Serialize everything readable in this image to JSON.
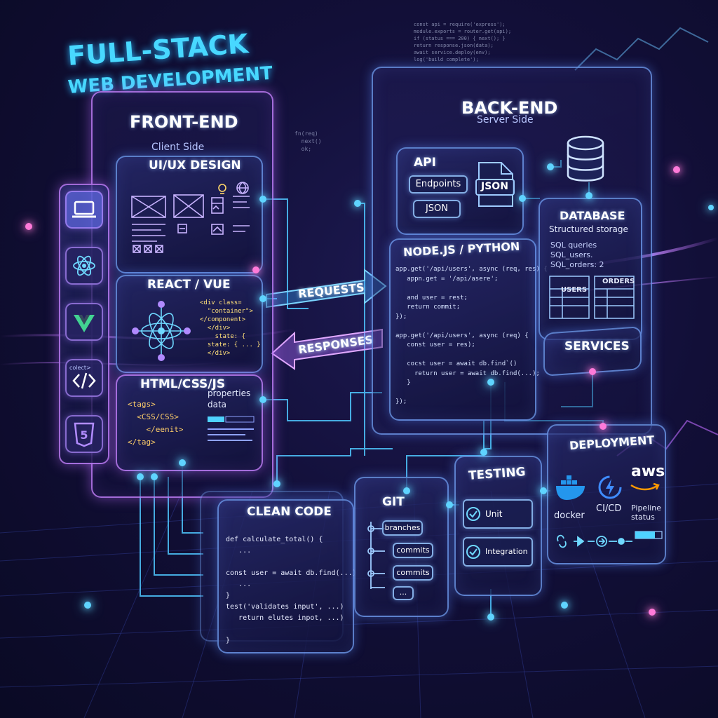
{
  "title": {
    "line1": "FULL-STACK",
    "line2": "WEB DEVELOPMENT"
  },
  "frontend": {
    "title": "FRONT-END",
    "subtitle": "Client Side",
    "uiux": {
      "title": "UI/UX DESIGN"
    },
    "react": {
      "title": "REACT / VUE",
      "code": "<div class=\n  \"container\">\n</component>\n  </div>\n    state: {\n  state: { ... }\n  </div>"
    },
    "html": {
      "title": "HTML/CSS/JS",
      "code": "<tags>\n  <CSS/CSS>\n    </eenit>\n</tag>",
      "props": [
        "properties",
        "data"
      ]
    }
  },
  "sidebar": {
    "icons": [
      "laptop-icon",
      "react-atom-icon",
      "vue-logo-icon",
      "code-brackets-icon",
      "html5-logo-icon"
    ],
    "code_tag": "colect>"
  },
  "arrows": {
    "requests": "REQUESTS",
    "responses": "RESPONSES"
  },
  "backend": {
    "title": "BACK-END",
    "subtitle": "Server Side",
    "api": {
      "title": "API",
      "endpoints": "Endpoints",
      "json1": "JSON",
      "json2": "JSON"
    },
    "node": {
      "title": "NODE.JS / PYTHON",
      "code": "app.get('/api/users', async (req, res) {\n   appn.get = '/api/asere';\n\n   and user = rest;\n   return commit;\n});\n\napp.get('/api/users', async (req) {\n   const user = res);\n\n   cocst user = await db.find`()\n     return user = await db.find(...);\n   }\n\n});"
    },
    "database": {
      "title": "DATABASE",
      "subtitle": "Structured storage",
      "lines": [
        "SQL queries",
        "SQL_users.",
        "SQL_orders: 2"
      ],
      "tables": [
        "USERS",
        "ORDERS"
      ]
    },
    "services": {
      "title": "SERVICES"
    }
  },
  "clean_code": {
    "title": "CLEAN CODE",
    "code": "def calculate_total() {\n   ...\n\nconst user = await db.find(...)\n   ...\n}\ntest('validates input', ...)\n   return elutes inpot, ...)\n\n}"
  },
  "git": {
    "title": "GIT",
    "items": [
      "branches",
      "commits",
      "commits",
      "..."
    ]
  },
  "testing": {
    "title": "TESTING",
    "items": [
      "Unit",
      "Integration"
    ]
  },
  "deployment": {
    "title": "DEPLOYMENT",
    "docker": "docker",
    "cicd": "CI/CD",
    "aws": "aws",
    "pipeline": "Pipeline\nstatus"
  },
  "colors": {
    "cyan": "#48d8ff",
    "violet": "#c88aff",
    "pink": "#ff7ad9",
    "bg": "#120f38"
  },
  "deco_code": {
    "top": "const api = require('express');\nmodule.exports = router.get(api);\nif (status === 200) { next(); }\nreturn response.json(data);\nawait service.deploy(env);\nlog('build complete');",
    "left": "fn(req)\n  next()\n  ok;"
  }
}
